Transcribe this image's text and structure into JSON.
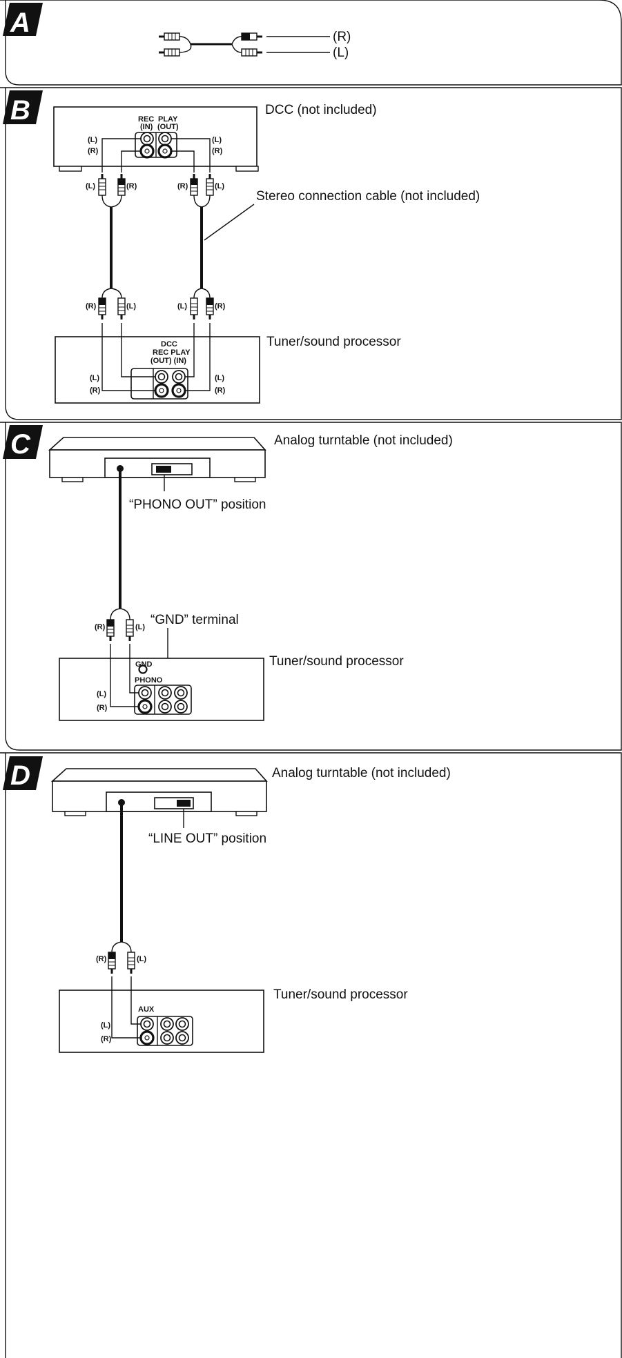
{
  "sections": {
    "a": {
      "badge": "A",
      "label_r": "(R)",
      "label_l": "(L)"
    },
    "b": {
      "badge": "B",
      "dcc_caption": "DCC (not included)",
      "cable_caption": "Stereo connection cable (not included)",
      "tuner_caption": "Tuner/sound processor",
      "dcc_rec": "REC",
      "dcc_rec_sub": "(IN)",
      "dcc_play": "PLAY",
      "dcc_play_sub": "(OUT)",
      "tuner_dcc": "DCC",
      "tuner_rec_play": "REC PLAY",
      "tuner_sub": "(OUT)  (IN)",
      "l": "(L)",
      "r": "(R)"
    },
    "c": {
      "badge": "C",
      "turntable_caption": "Analog turntable (not included)",
      "switch_caption": "“PHONO OUT” position",
      "gnd_caption": "“GND” terminal",
      "tuner_caption": "Tuner/sound processor",
      "gnd_label": "GND",
      "phono_label": "PHONO",
      "l": "(L)",
      "r": "(R)"
    },
    "d": {
      "badge": "D",
      "turntable_caption": "Analog turntable (not included)",
      "switch_caption": "“LINE OUT” position",
      "tuner_caption": "Tuner/sound processor",
      "aux_label": "AUX",
      "l": "(L)",
      "r": "(R)"
    }
  }
}
